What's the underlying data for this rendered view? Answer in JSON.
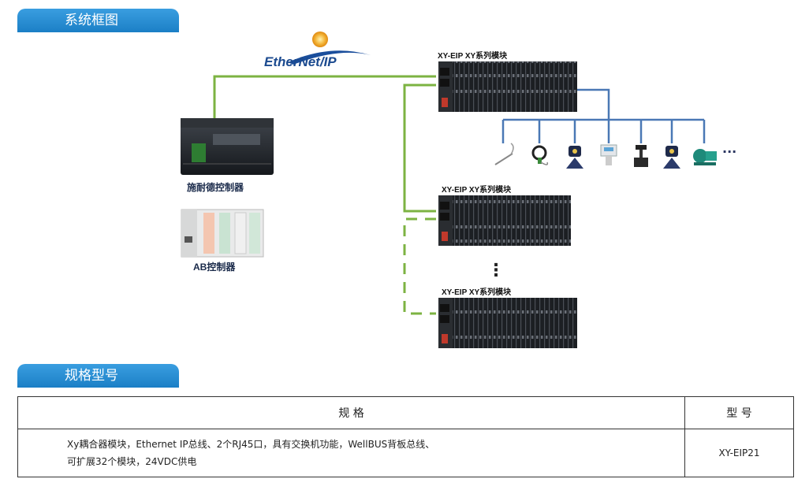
{
  "sections": {
    "system_diagram_title": "系统框图",
    "spec_title": "规格型号"
  },
  "diagram": {
    "ethernet_logo": "EtherNet/IP",
    "module_label_1": "XY-EIP XY系列模块",
    "module_label_2": "XY-EIP XY系列模块",
    "module_label_3": "XY-EIP XY系列模块",
    "controller_1": "施耐德控制器",
    "controller_2": "AB控制器",
    "ellipsis_vertical": "⋮",
    "ellipsis_horizontal": "···",
    "colors": {
      "ethernet_line": "#7cb342",
      "bus_line": "#4a78b5",
      "tab_blue": "#1b7fc6"
    },
    "field_devices": [
      "temperature-sensor",
      "pressure-gauge",
      "valve-actuator",
      "transmitter",
      "control-valve",
      "flow-valve",
      "pump"
    ]
  },
  "spec_table": {
    "header_spec": "规 格",
    "header_model": "型 号",
    "row_line1": "Xy耦合器模块，Ethernet  IP总线、2个RJ45口，具有交换机功能，WellBUS背板总线、",
    "row_line2": "可扩展32个模块，24VDC供电",
    "row_model": "XY-EIP21"
  }
}
